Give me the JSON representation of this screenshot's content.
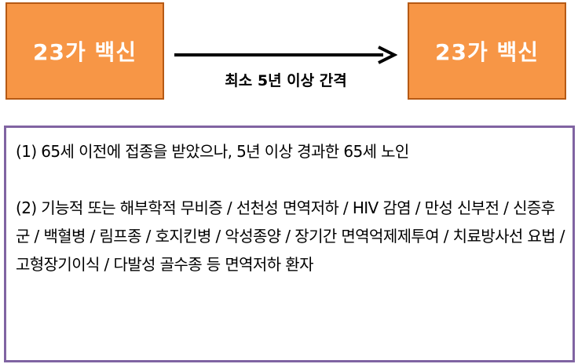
{
  "vaccine_from": "23가 백신",
  "vaccine_to": "23가 백신",
  "interval_label": "최소 5년 이상 간격",
  "conditions": {
    "item1": "(1) 65세 이전에 접종을 받았으나, 5년 이상 경과한 65세 노인",
    "item2": "(2) 기능적 또는 해부학적 무비증 / 선천성 면역저하 / HIV 감염 / 만성 신부전 / 신증후군 / 백혈병 / 림프종 / 호지킨병 / 악성종양 / 장기간 면역억제제투여 / 치료방사선 요법 / 고형장기이식 / 다발성 골수종 등 면역저하 환자"
  },
  "colors": {
    "box_fill": "#f79646",
    "box_border": "#b65a15",
    "panel_border": "#8064a2"
  }
}
